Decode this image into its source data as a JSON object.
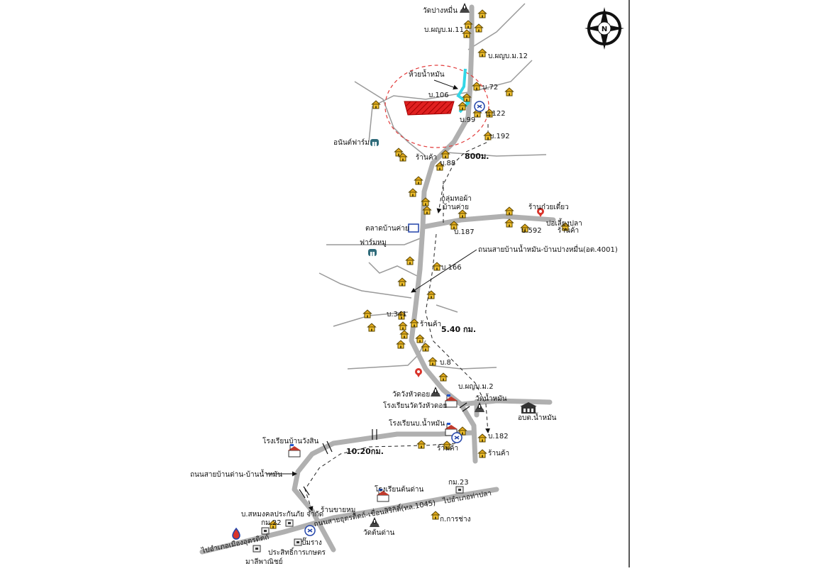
{
  "compass": {
    "letter": "N"
  },
  "labels": {
    "wat_pang_muen": "วัดปางหมื่น",
    "bann_11": "บ.ผญบ.ม.11",
    "bann_12": "บ.ผญบ.ม.12",
    "huai_nam_mun": "ห้วยน้ำหมัน",
    "b106": "บ.106",
    "b72": "บ.72",
    "b99": "บ.99",
    "b122": "บ.122",
    "b192": "บ.192",
    "anan_farm": "อนันต์ฟาร์ม",
    "shop_1": "ร้านค้า",
    "b88": "บ.88",
    "dist_800": "800ม.",
    "weaving_group_1": "กลุ่มทอผ้า",
    "weaving_group_2": "บ้านค่าย",
    "noodle_shop": "ร้านก๋วยเตี๋ยว",
    "market": "ตลาดบ้านค่าย",
    "b187": "บ.187",
    "b592": "บ.592",
    "fish_pond": "บ่อเลี้ยงปลา",
    "shop_2": "ร้านค้า",
    "pig_farm": "ฟาร์มหมู",
    "road_4001": "ถนนสายบ้านน้ำหมัน-บ้านปางหมื่น(อต.4001)",
    "b166": "บ.166",
    "b341": "บ.341",
    "shop_3": "ร้านค้า",
    "dist_540": "5.40 กม.",
    "b8": "บ.8",
    "bann_2": "บ.ผญบ.ม.2",
    "wat_wang_hua_doi": "วัดวังหัวดอย",
    "wat_nam_mun": "วัดน้ำหมัน",
    "school_wang_hua_doi": "โรงเรียนวัดวังหัวดอย",
    "obt": "อบต.น้ำหมัน",
    "school_ban_nam_mun": "โรงเรียนบ.น้ำหมัน",
    "school_wang_sin": "โรงเรียนบ้านวังสิน",
    "b182": "บ.182",
    "shop_4": "ร้านค้า",
    "shop_5": "ร้านค้า",
    "dist_1020": "10.20กม.",
    "road_tha_pla": "ถนนสายบ้านด่าน-บ้านน้ำหมัน",
    "school_ton_dan": "โรงเรียนต้นด่าน",
    "km23": "กม.23",
    "to_tha_pla": "ไปอำเภอท่าปลา",
    "cooperative": "บ.สหมงคลประกันภัย จำกัด",
    "km22": "กม.22",
    "grocery": "ร้านขายหมู",
    "road_uttaradit": "ถนนสายอุตรดิตถ์-เขื่อนสิริกิติ์(ทล.1045)",
    "to_uttaradit": "ไปอำเภอเมืองอุตรดิตถ์",
    "gas_station": "ปั๊มราง",
    "wat_ton_dan": "วัดต้นด่าน",
    "garage": "ก.การช่าง",
    "agri_office": "ประสิทธิ์การเกษตร",
    "market_pin": "มาลีพาณิชย์"
  },
  "colors": {
    "road": "#b0b0b0",
    "house": "#f2c12e",
    "house_outline": "#5a4600",
    "site_fill": "#e02020",
    "stream": "#33d6e6",
    "circle": "#e23b3b"
  },
  "icons": [
    "compass-icon",
    "house-icon",
    "temple-icon",
    "school-icon",
    "shop-pin-icon",
    "farm-icon",
    "office-icon",
    "fuel-icon",
    "water-supply-icon"
  ]
}
